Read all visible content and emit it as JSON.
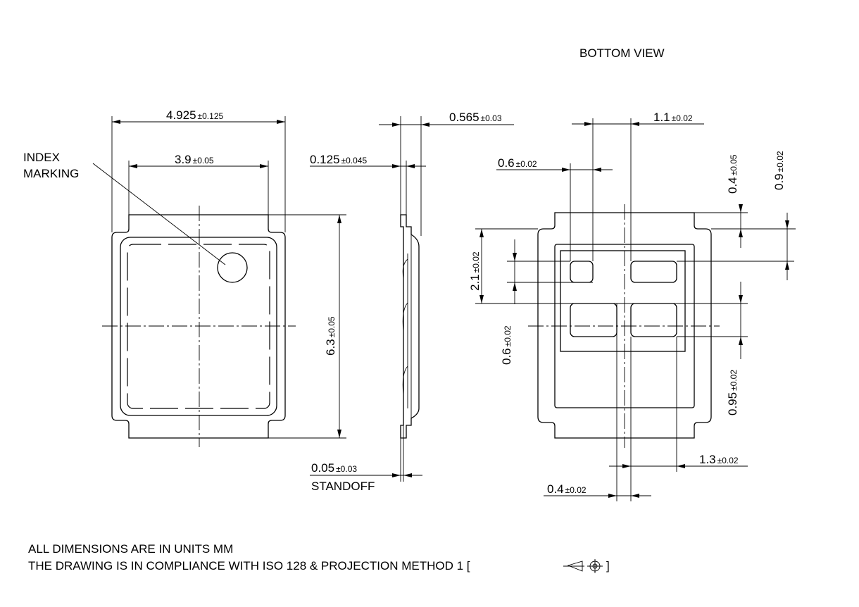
{
  "title": "BOTTOM VIEW",
  "labels": {
    "index_marking_line1": "INDEX",
    "index_marking_line2": "MARKING",
    "standoff": "STANDOFF"
  },
  "dimensions": {
    "width_overall": {
      "value": "4.925",
      "tol": "±0.125"
    },
    "width_body": {
      "value": "3.9",
      "tol": "±0.05"
    },
    "height_body": {
      "value": "6.3",
      "tol": "±0.05"
    },
    "thickness": {
      "value": "0.565",
      "tol": "±0.03"
    },
    "lead_thickness": {
      "value": "0.125",
      "tol": "±0.045"
    },
    "standoff": {
      "value": "0.05",
      "tol": "±0.03"
    },
    "pad_gap_top": {
      "value": "1.1",
      "tol": "±0.02"
    },
    "pad_small_w": {
      "value": "0.6",
      "tol": "±0.02"
    },
    "pad_offset_04v": {
      "value": "0.4",
      "tol": "±0.05"
    },
    "pad_offset_09": {
      "value": "0.9",
      "tol": "±0.02"
    },
    "pad_pitch_21": {
      "value": "2.1",
      "tol": "±0.02"
    },
    "pad_small_h": {
      "value": "0.6",
      "tol": "±0.02"
    },
    "pad_095": {
      "value": "0.95",
      "tol": "±0.02"
    },
    "pad_13": {
      "value": "1.3",
      "tol": "±0.02"
    },
    "pad_04h": {
      "value": "0.4",
      "tol": "±0.02"
    }
  },
  "notes": {
    "line1": "ALL DIMENSIONS ARE IN UNITS MM",
    "line2_prefix": "THE DRAWING IS IN COMPLIANCE WITH ISO 128 & PROJECTION METHOD 1 [",
    "line2_suffix": "]"
  }
}
